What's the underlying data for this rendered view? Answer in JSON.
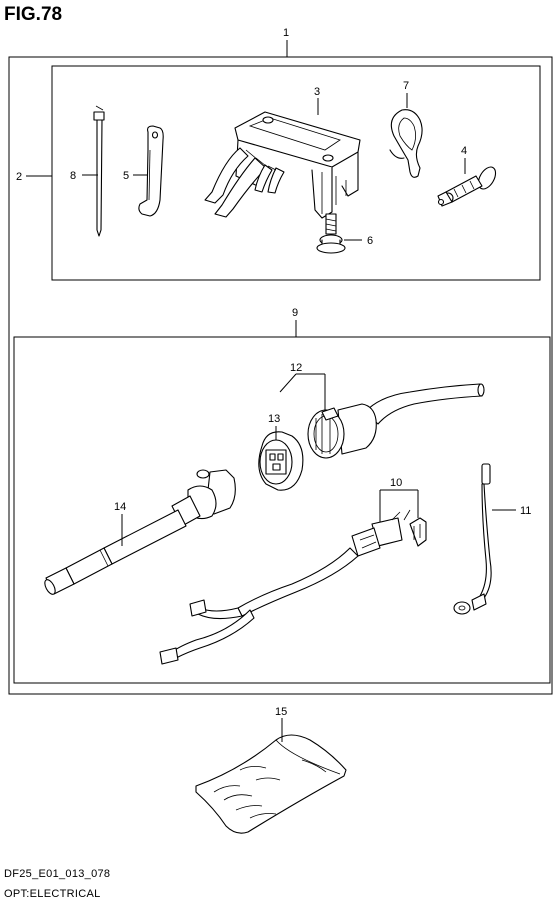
{
  "figure": {
    "title": "FIG.78",
    "code": "DF25_E01_013_078",
    "caption": "OPT:ELECTRICAL"
  },
  "callouts": {
    "c1": "1",
    "c2": "2",
    "c3": "3",
    "c4": "4",
    "c5": "5",
    "c6": "6",
    "c7": "7",
    "c8": "8",
    "c9": "9",
    "c10": "10",
    "c11": "11",
    "c12": "12",
    "c13": "13",
    "c14": "14",
    "c15": "15"
  }
}
